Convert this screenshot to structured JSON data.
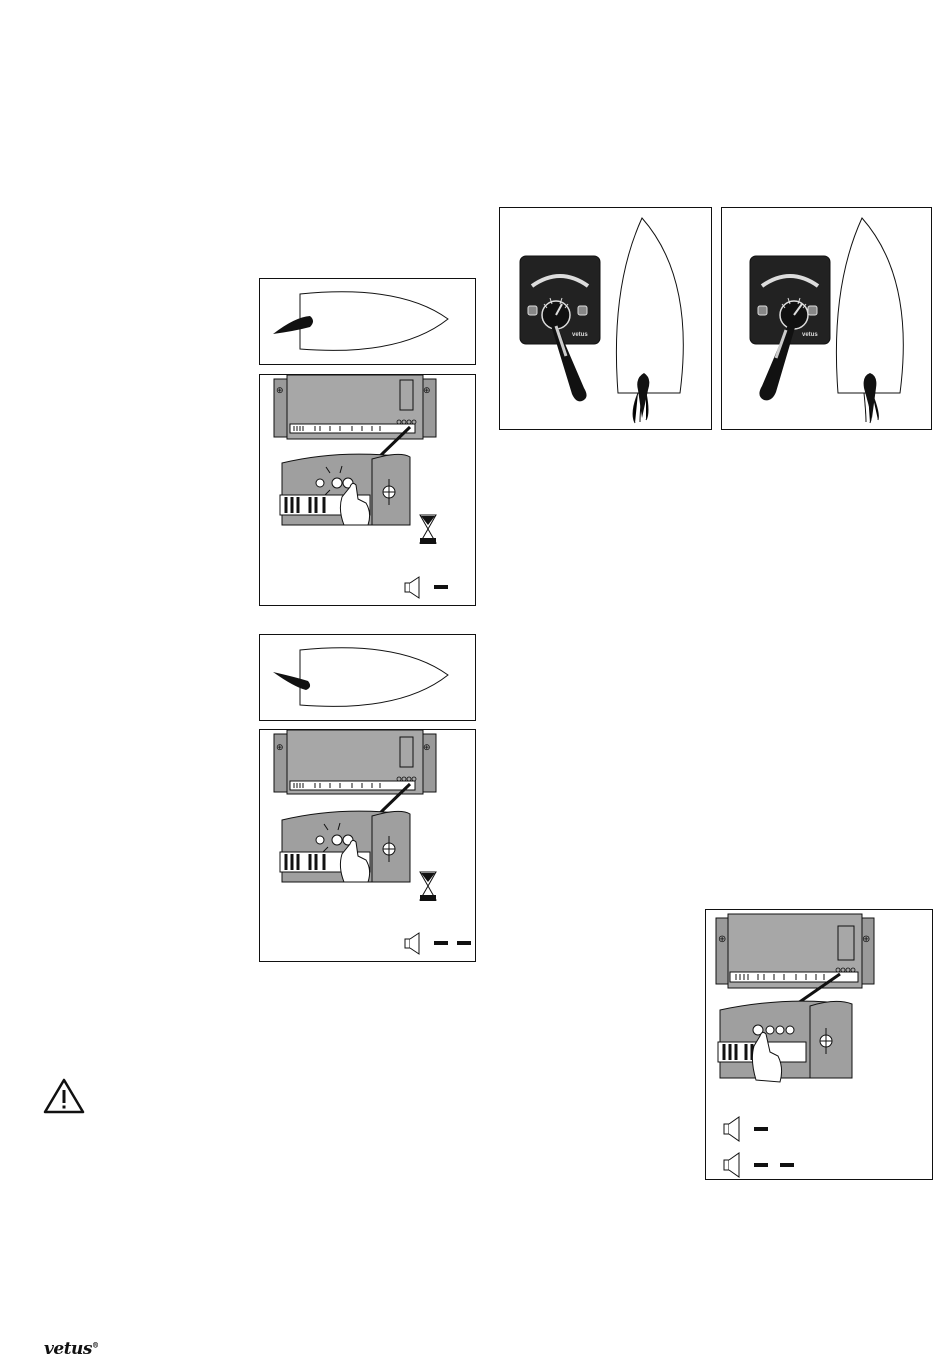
{
  "page": {
    "background": "#ffffff",
    "ink": "#111111"
  },
  "panels": [
    {
      "id": "rudder-port-hull",
      "icon": "boat-hull-rudder-port-icon"
    },
    {
      "id": "control-unit-press-1",
      "icon": "control-unit-button-press-icon",
      "beeps": 1,
      "wait_icon": "hourglass-icon",
      "sound_icon": "speaker-icon"
    },
    {
      "id": "rudder-starboard-hull",
      "icon": "boat-hull-rudder-starboard-icon"
    },
    {
      "id": "control-unit-press-2",
      "icon": "control-unit-button-press-icon",
      "beeps": 2,
      "wait_icon": "hourglass-icon",
      "sound_icon": "speaker-icon"
    },
    {
      "id": "joystick-steer-right",
      "icon": "joystick-panel-icon",
      "brand": "vetus"
    },
    {
      "id": "joystick-steer-left",
      "icon": "joystick-panel-icon",
      "brand": "vetus"
    },
    {
      "id": "control-unit-press-confirm",
      "icon": "control-unit-button-press-icon",
      "beep_patterns": [
        1,
        2
      ],
      "sound_icon": "speaker-icon"
    }
  ],
  "warning": {
    "icon": "warning-triangle-icon"
  },
  "footer": {
    "logo_text": "vetus",
    "logo_mark": "®"
  }
}
